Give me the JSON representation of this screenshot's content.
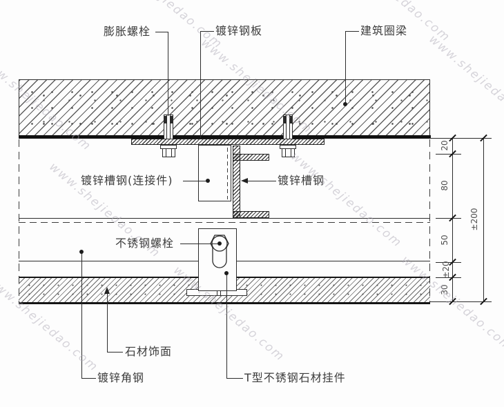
{
  "labels": {
    "expansion_bolt": "膨胀螺栓",
    "steel_plate": "镀锌钢板",
    "ring_beam": "建筑圈梁",
    "channel_connector": "镀锌槽钢(连接件)",
    "channel": "镀锌槽钢",
    "stainless_bolt": "不锈钢螺栓",
    "stone_facing": "石材饰面",
    "angle_steel": "镀锌角钢",
    "t_hanger": "T型不锈钢石材挂件"
  },
  "dimensions": {
    "d20": "20",
    "d80": "80",
    "d50": "50",
    "dpm20": "±20",
    "d30": "30",
    "overall": "±200"
  },
  "watermark": {
    "text": "www.shejiedao.com"
  },
  "colors": {
    "line": "#2b2b2b",
    "thick_line": "#111111",
    "label_text": "#3c3c3c",
    "dim_text": "#4f4f4f",
    "watermark": "#aca7b4"
  }
}
